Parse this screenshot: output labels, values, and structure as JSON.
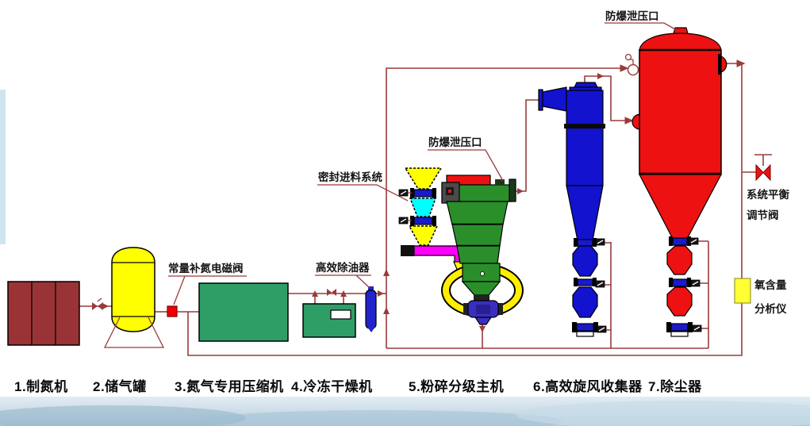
{
  "colors": {
    "line": "#9a3b3b",
    "generator": "#993335",
    "tank": "#ffff00",
    "compressor_green": "#2e9e66",
    "mill_green": "#2a8f2a",
    "cyclone_blue": "#1212cf",
    "vessel_red": "#ee1111",
    "cyan": "#00ffff",
    "magenta": "#ff00ff",
    "pump_purple": "#3a2ec0",
    "valve_blue": "#1a1acc",
    "solenoid_red": "#ee0000"
  },
  "annotations": {
    "relief_top": "防爆泄压口",
    "relief_mill": "防爆泄压口",
    "sealed_feed": "密封进料系统",
    "solenoid_valve": "常量补氮电磁阀",
    "oil_remover": "高效除油器",
    "balance_valve_1": "系统平衡",
    "balance_valve_2": "调节阀",
    "oxygen_analyzer_1": "氧含量",
    "oxygen_analyzer_2": "分析仪"
  },
  "legend": {
    "items": [
      "1.制氮机",
      "2.储气罐",
      "3.氮气专用压缩机",
      "4.冷冻干燥机",
      "5.粉碎分级主机",
      "6.高效旋风收集器",
      "7.除尘器"
    ]
  }
}
